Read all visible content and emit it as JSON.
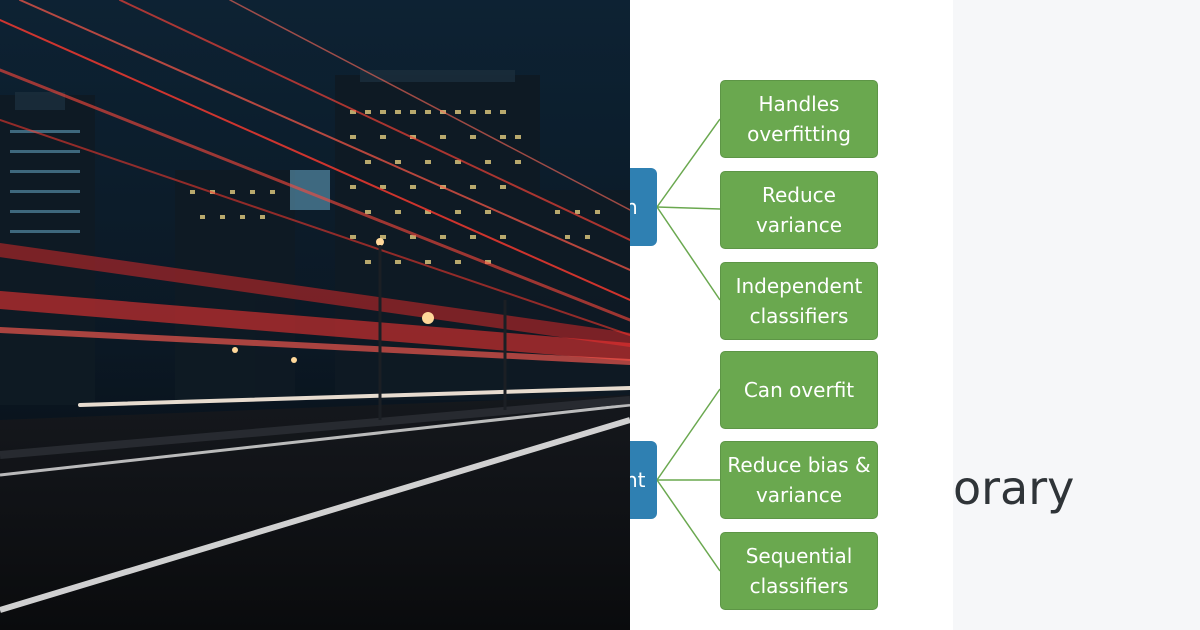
{
  "diagram": {
    "left_nodes": [
      {
        "id": "top",
        "label": "n"
      },
      {
        "id": "bottom",
        "label": "nt"
      }
    ],
    "boxes": [
      {
        "id": "b1",
        "label": "Handles overfitting"
      },
      {
        "id": "b2",
        "label": "Reduce variance"
      },
      {
        "id": "b3",
        "label": "Independent classifiers"
      },
      {
        "id": "b4",
        "label": "Can overfit"
      },
      {
        "id": "b5",
        "label": "Reduce bias & variance"
      },
      {
        "id": "b6",
        "label": "Sequential classifiers"
      }
    ],
    "colors": {
      "box_fill": "#6aa84f",
      "node_fill": "#2f80b2",
      "connector": "#6aa84f"
    }
  },
  "right_panel": {
    "text": "orary"
  }
}
